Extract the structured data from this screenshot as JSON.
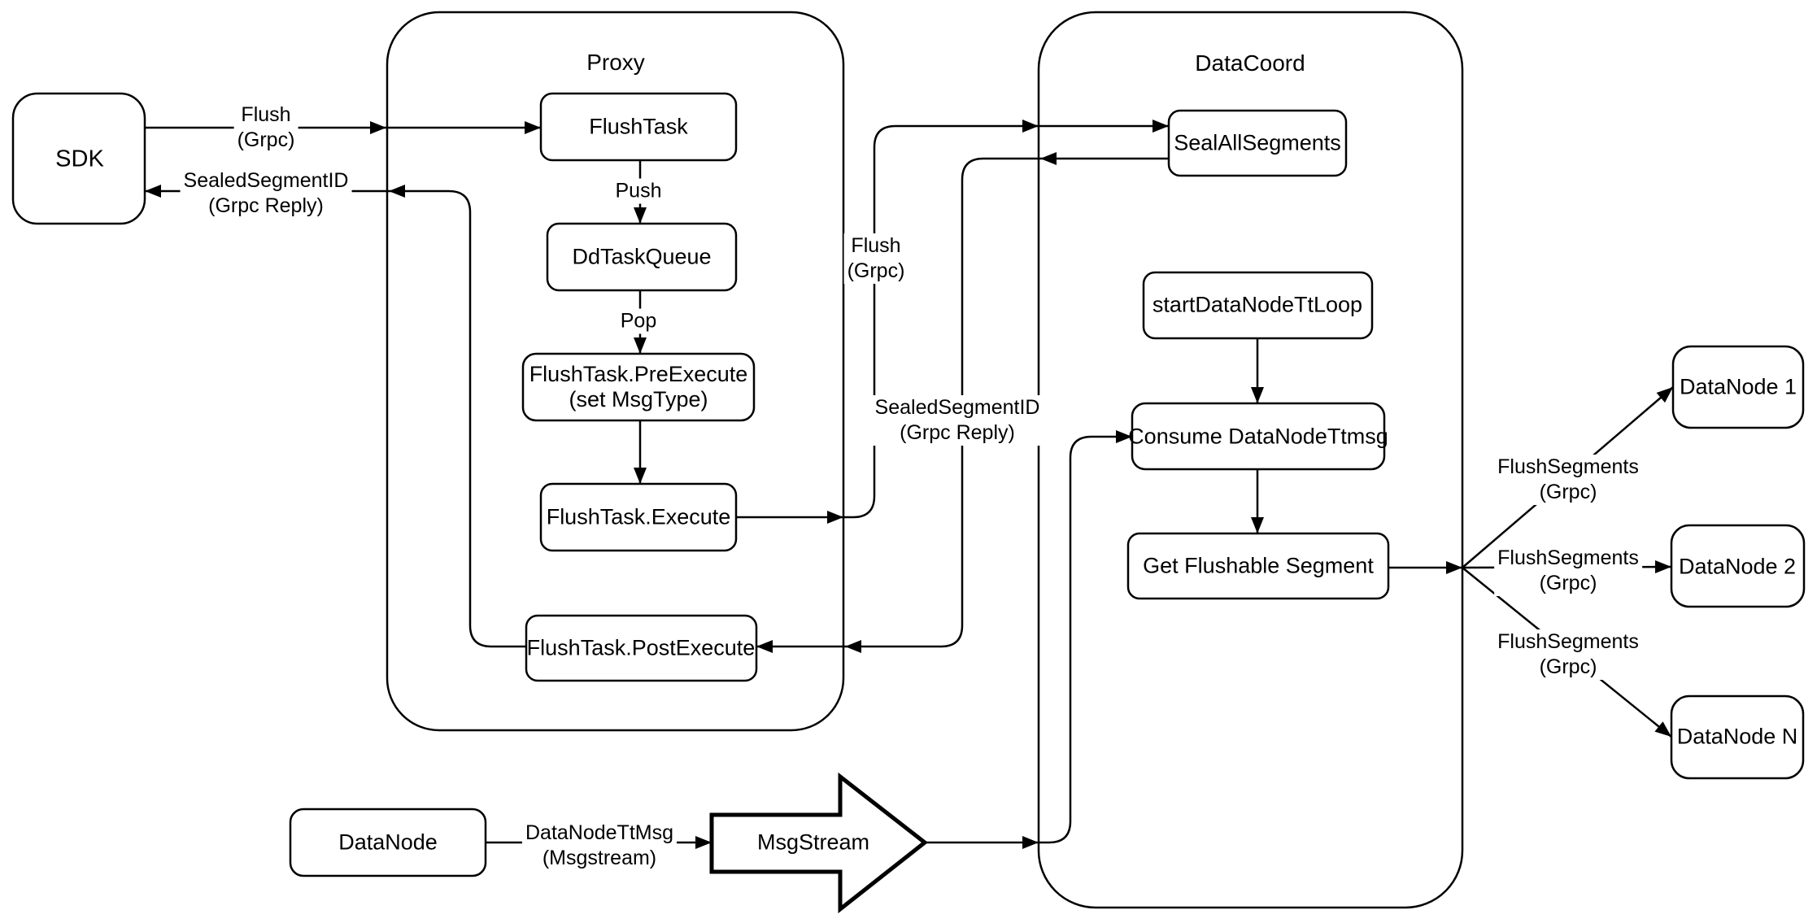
{
  "canvas": {
    "background": "#ffffff",
    "stroke_color": "#000000",
    "node_fill": "#ffffff"
  },
  "containers": {
    "proxy": {
      "label": "Proxy"
    },
    "datacoord": {
      "label": "DataCoord"
    }
  },
  "nodes": {
    "sdk": {
      "label": "SDK"
    },
    "flush_task": {
      "label": "FlushTask"
    },
    "dd_task_queue": {
      "label": "DdTaskQueue"
    },
    "pre_execute": {
      "line1": "FlushTask.PreExecute",
      "line2": "(set MsgType)"
    },
    "execute": {
      "label": "FlushTask.Execute"
    },
    "post_execute": {
      "label": "FlushTask.PostExecute"
    },
    "seal_all_segments": {
      "label": "SealAllSegments"
    },
    "start_datanode_tt_loop": {
      "label": "startDataNodeTtLoop"
    },
    "consume_datanode_ttmsg": {
      "label": "Consume DataNodeTtmsg"
    },
    "get_flushable_segment": {
      "label": "Get Flushable Segment"
    },
    "datanode_1": {
      "label": "DataNode 1"
    },
    "datanode_2": {
      "label": "DataNode 2"
    },
    "datanode_n": {
      "label": "DataNode N"
    },
    "datanode": {
      "label": "DataNode"
    },
    "msgstream": {
      "label": "MsgStream"
    }
  },
  "edge_labels": {
    "flush_grpc_sdk": {
      "line1": "Flush",
      "line2": "(Grpc)"
    },
    "sealed_reply_sdk": {
      "line1": "SealedSegmentID",
      "line2": "(Grpc Reply)"
    },
    "push": {
      "label": "Push"
    },
    "pop": {
      "label": "Pop"
    },
    "flush_grpc_mid": {
      "line1": "Flush",
      "line2": "(Grpc)"
    },
    "sealed_reply_mid": {
      "line1": "SealedSegmentID",
      "line2": "(Grpc Reply)"
    },
    "flush_segments_1": {
      "line1": "FlushSegments",
      "line2": "(Grpc)"
    },
    "flush_segments_2": {
      "line1": "FlushSegments",
      "line2": "(Grpc)"
    },
    "flush_segments_3": {
      "line1": "FlushSegments",
      "line2": "(Grpc)"
    },
    "datanode_ttmsg": {
      "line1": "DataNodeTtMsg",
      "line2": "(Msgstream)"
    }
  }
}
